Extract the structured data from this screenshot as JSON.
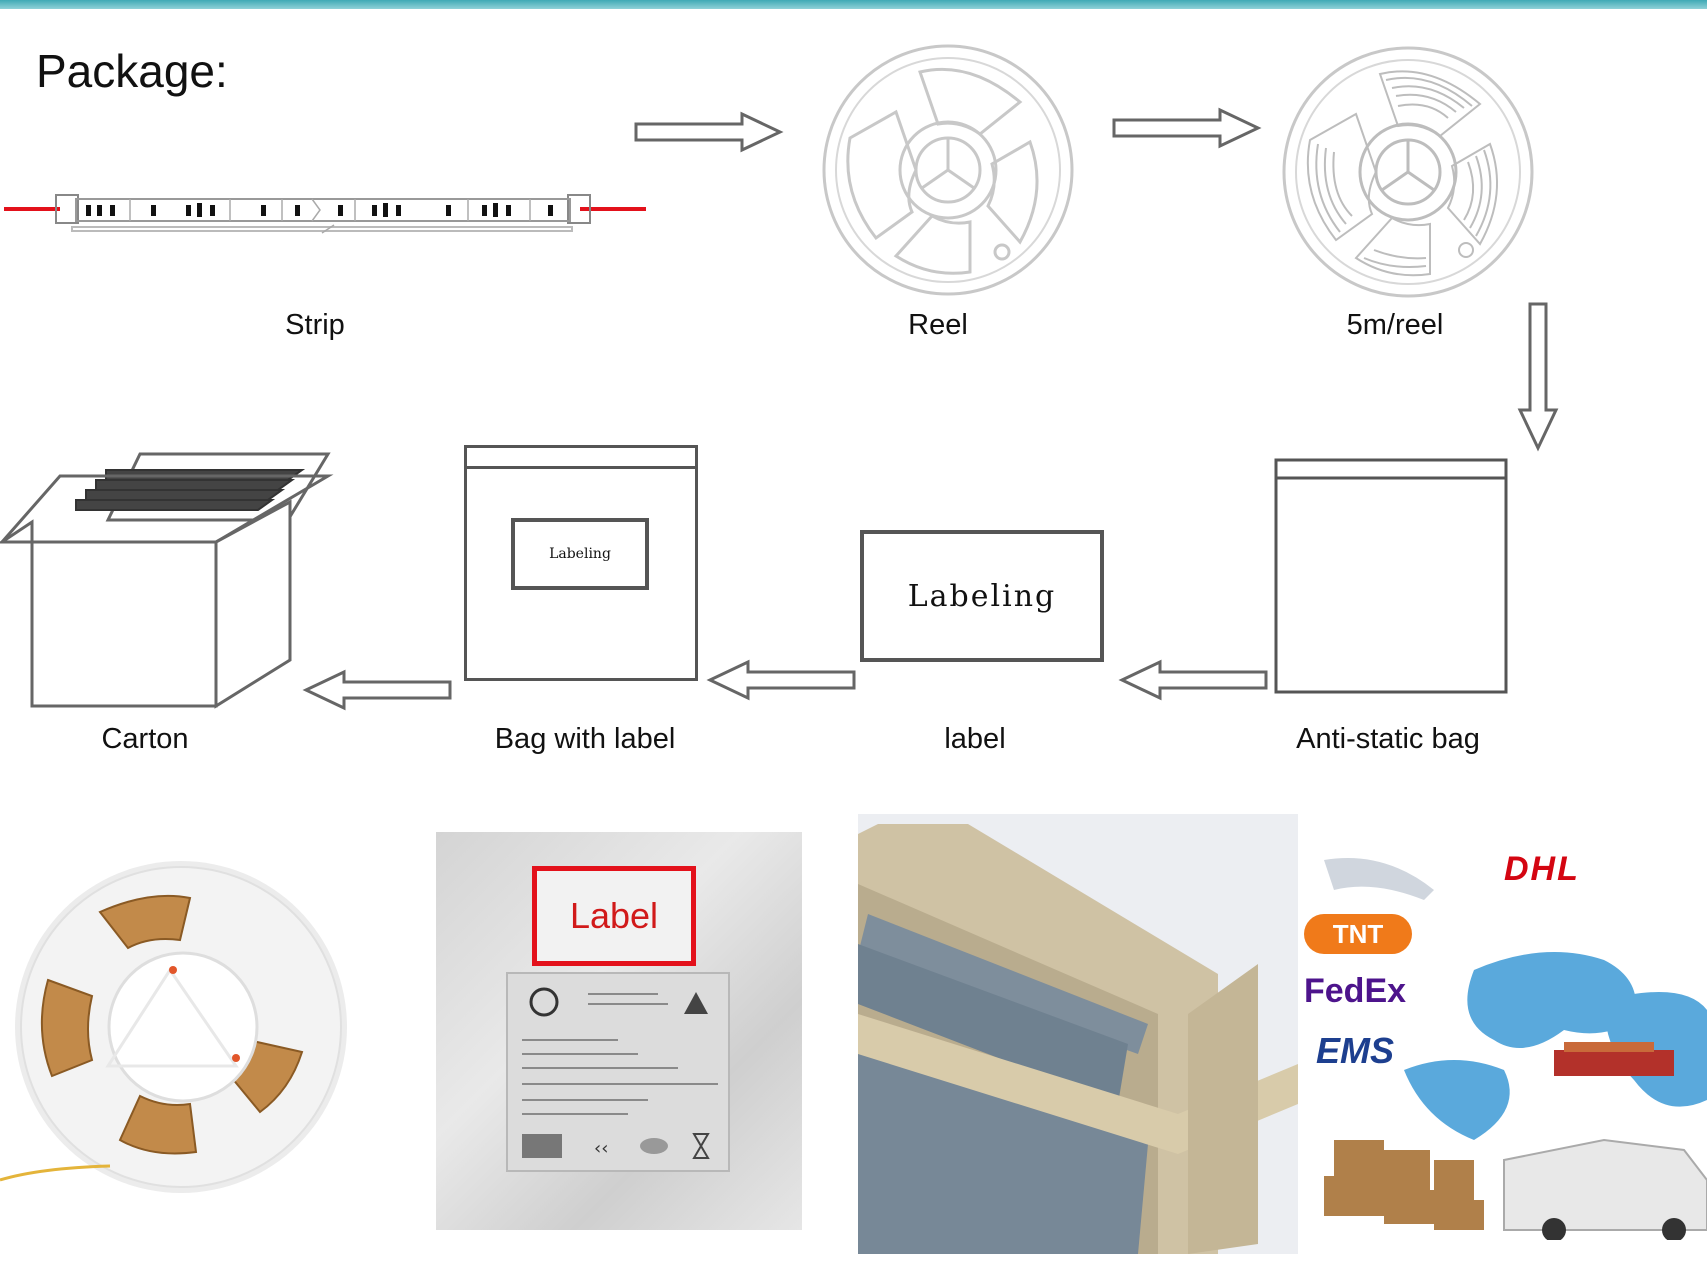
{
  "title": "Package:",
  "steps": [
    {
      "label": "Strip"
    },
    {
      "label": "Reel"
    },
    {
      "label": "5m/reel"
    },
    {
      "label": "Anti-static bag"
    },
    {
      "label": "label"
    },
    {
      "label": "Bag with label"
    },
    {
      "label": "Carton"
    }
  ],
  "label_card_text": "Labeling",
  "bag_card_text": "Labeling",
  "photos": {
    "bag_label_text": "Label",
    "carriers": [
      "DHL",
      "TNT",
      "FedEx",
      "EMS"
    ]
  },
  "colors": {
    "accent_bar": "#3fa9b5",
    "outline": "#555555",
    "label_red": "#e3111b",
    "reel_copper": "#c28a4a"
  }
}
